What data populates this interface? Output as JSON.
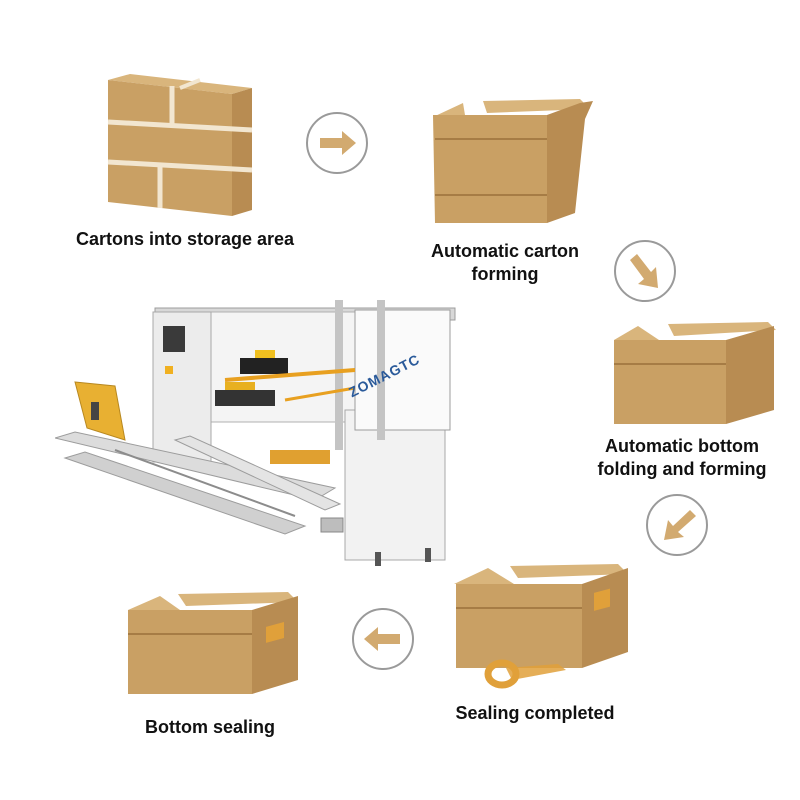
{
  "steps": [
    {
      "label": "Cartons into storage area"
    },
    {
      "label_line1": "Automatic carton",
      "label_line2": "forming"
    },
    {
      "label_line1": "Automatic bottom",
      "label_line2": "folding and forming"
    },
    {
      "label": "Sealing completed"
    },
    {
      "label": "Bottom sealing"
    }
  ],
  "machine": {
    "brand": "ZOMAGTC"
  },
  "colors": {
    "cardboard": "#c9a064",
    "cardboard_dark": "#b88c52",
    "arrow": "#d2aa70",
    "circle": "#9a9a9a",
    "tape": "#e0a03a"
  },
  "icons": {
    "flow_arrow": "arrow-right-icon",
    "flow_arrow_diag": "arrow-down-left-icon"
  }
}
